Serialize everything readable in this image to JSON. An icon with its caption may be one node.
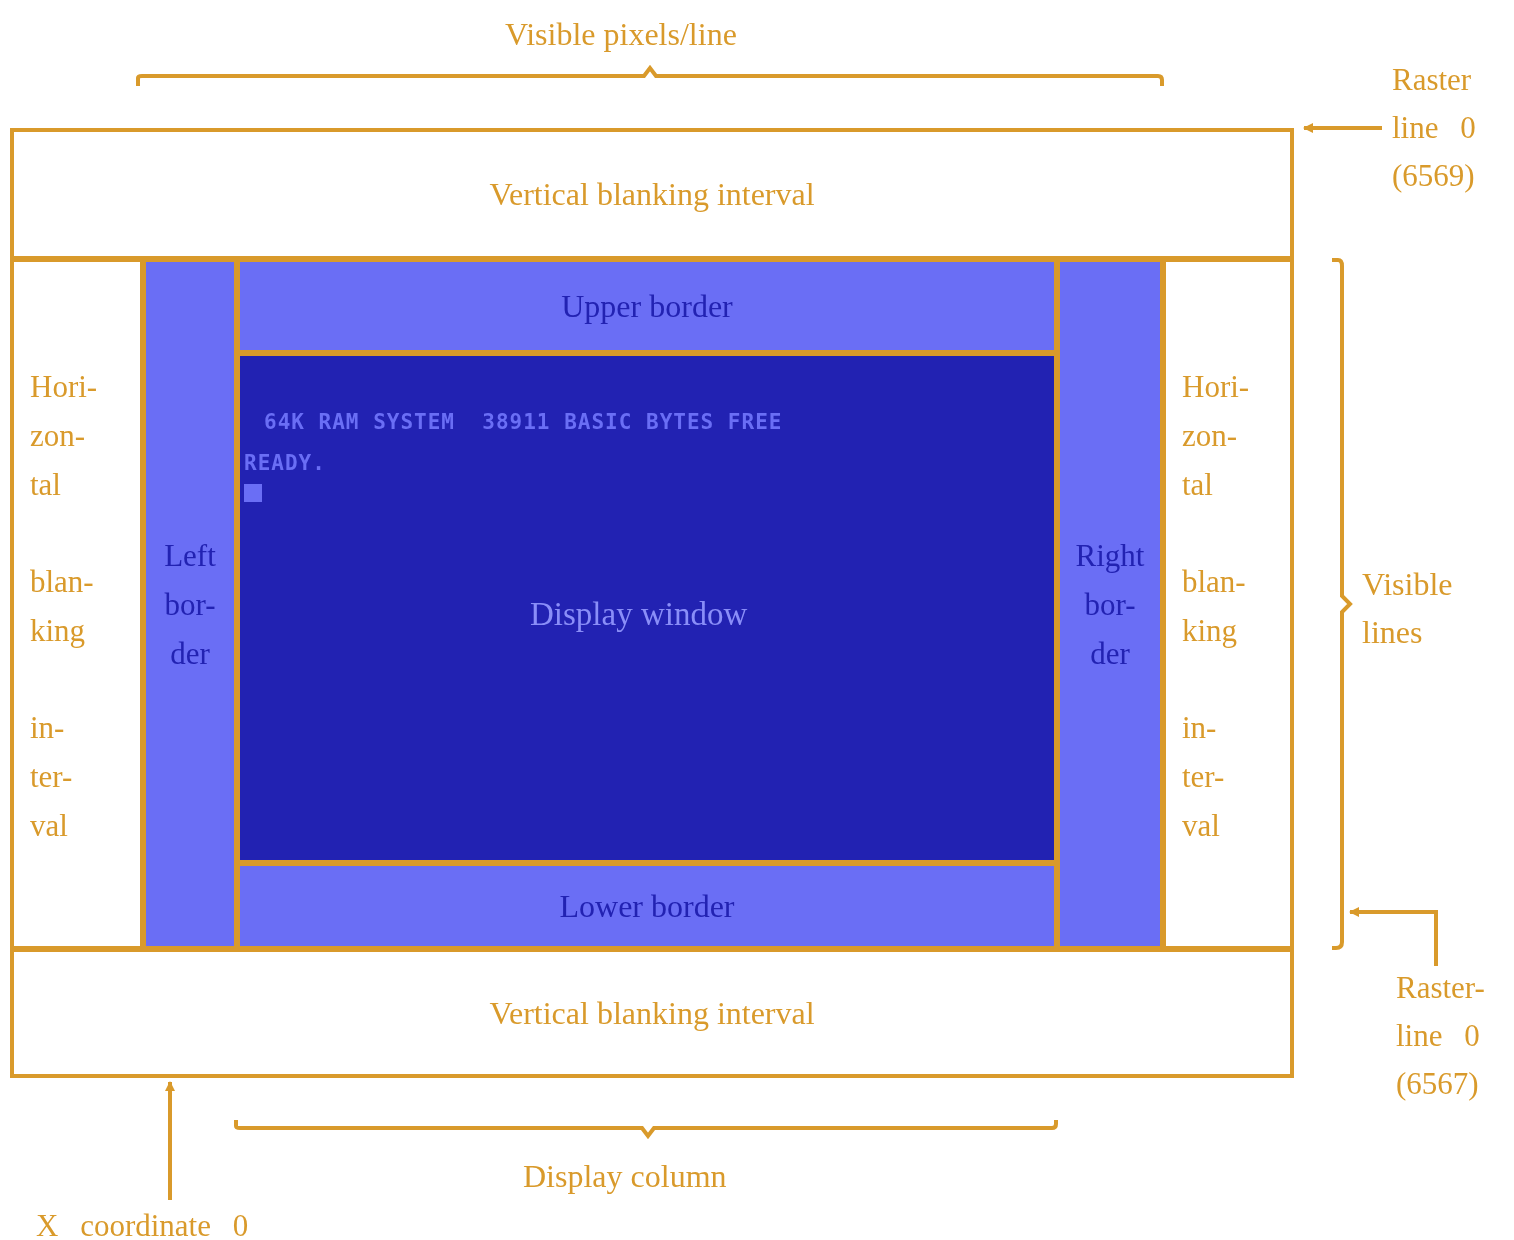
{
  "diagram": {
    "nodes": [
      {
        "text": [
          "Vertical blanking interval"
        ]
      },
      {
        "text": [
          "Hori- zon- tal",
          "blan- king",
          "in- ter- val"
        ]
      },
      {
        "text": [
          "Left bor- der"
        ]
      },
      {
        "text": [
          "Upper border"
        ]
      },
      {
        "text": [
          "64K RAM SYSTEM  38911 BASIC BYTES FREE",
          "READY.",
          "Display window"
        ]
      },
      {
        "text": [
          "Right bor- der"
        ]
      },
      {
        "text": [
          "Hori- zon- tal",
          "blan- king",
          "in- ter- val"
        ]
      },
      {
        "text": [
          "Lower border"
        ]
      },
      {
        "text": [
          "Vertical blanking interval"
        ]
      },
      {
        "text": [
          "Raster line 0 (6569)"
        ]
      },
      {
        "text": [
          "Raster- line 0 (6567)"
        ]
      },
      {
        "text": [
          "X coordinate 0"
        ]
      },
      {
        "text": [],
        "shape": "bracket"
      }
    ],
    "edges": [
      {
        "from": 9,
        "to": 0,
        "arrow": "to"
      },
      {
        "from": 10,
        "to": 12,
        "arrow": "to"
      },
      {
        "from": 11,
        "to": 8,
        "arrow": "to"
      }
    ],
    "labels": [
      "Visible pixels/line",
      "Visible lines",
      "Display column"
    ]
  }
}
